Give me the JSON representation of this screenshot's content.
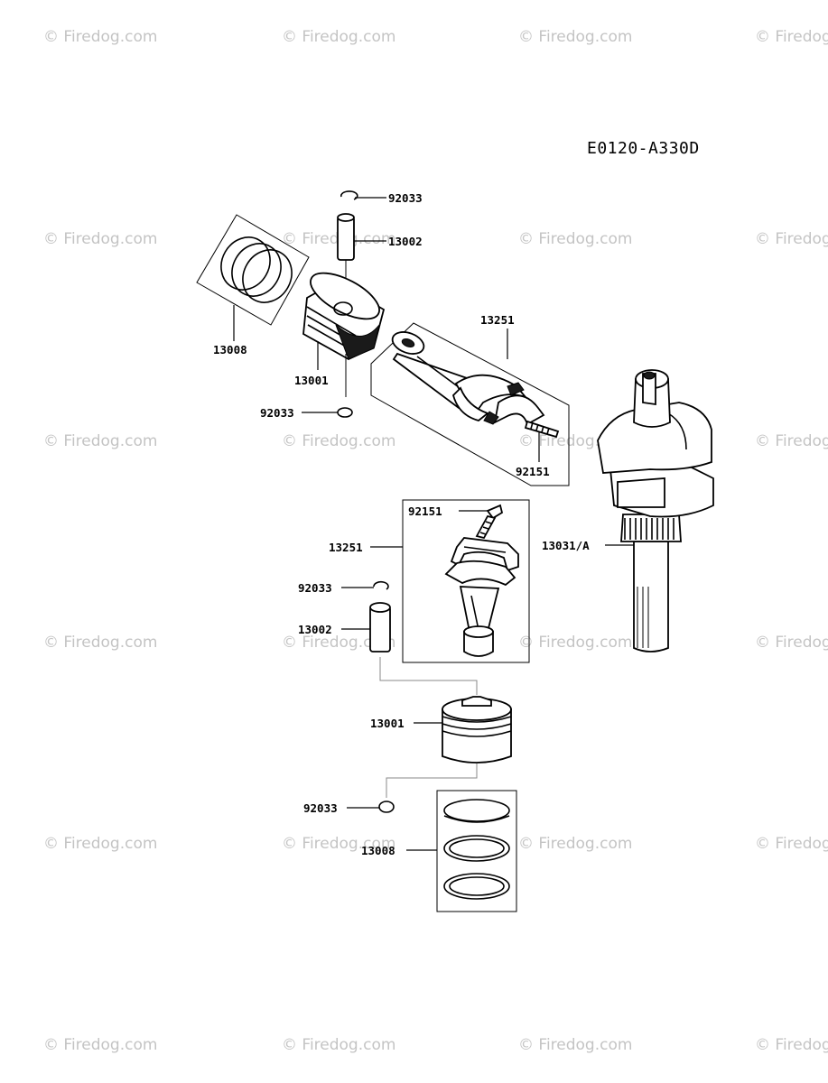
{
  "diagram_code": "E0120-A330D",
  "watermark": "© Firedog.com",
  "callouts": {
    "top_snap_ring": "92033",
    "top_pin": "13002",
    "top_ring_set": "13008",
    "top_piston": "13001",
    "top_lower_snap_ring": "92033",
    "top_conrod": "13251",
    "top_bolt": "92151",
    "crankshaft": "13031/A",
    "bottom_bolt": "92151",
    "bottom_conrod": "13251",
    "bottom_snap_ring": "92033",
    "bottom_pin": "13002",
    "bottom_piston": "13001",
    "bottom_lower_snap_ring": "92033",
    "bottom_ring_set": "13008"
  }
}
